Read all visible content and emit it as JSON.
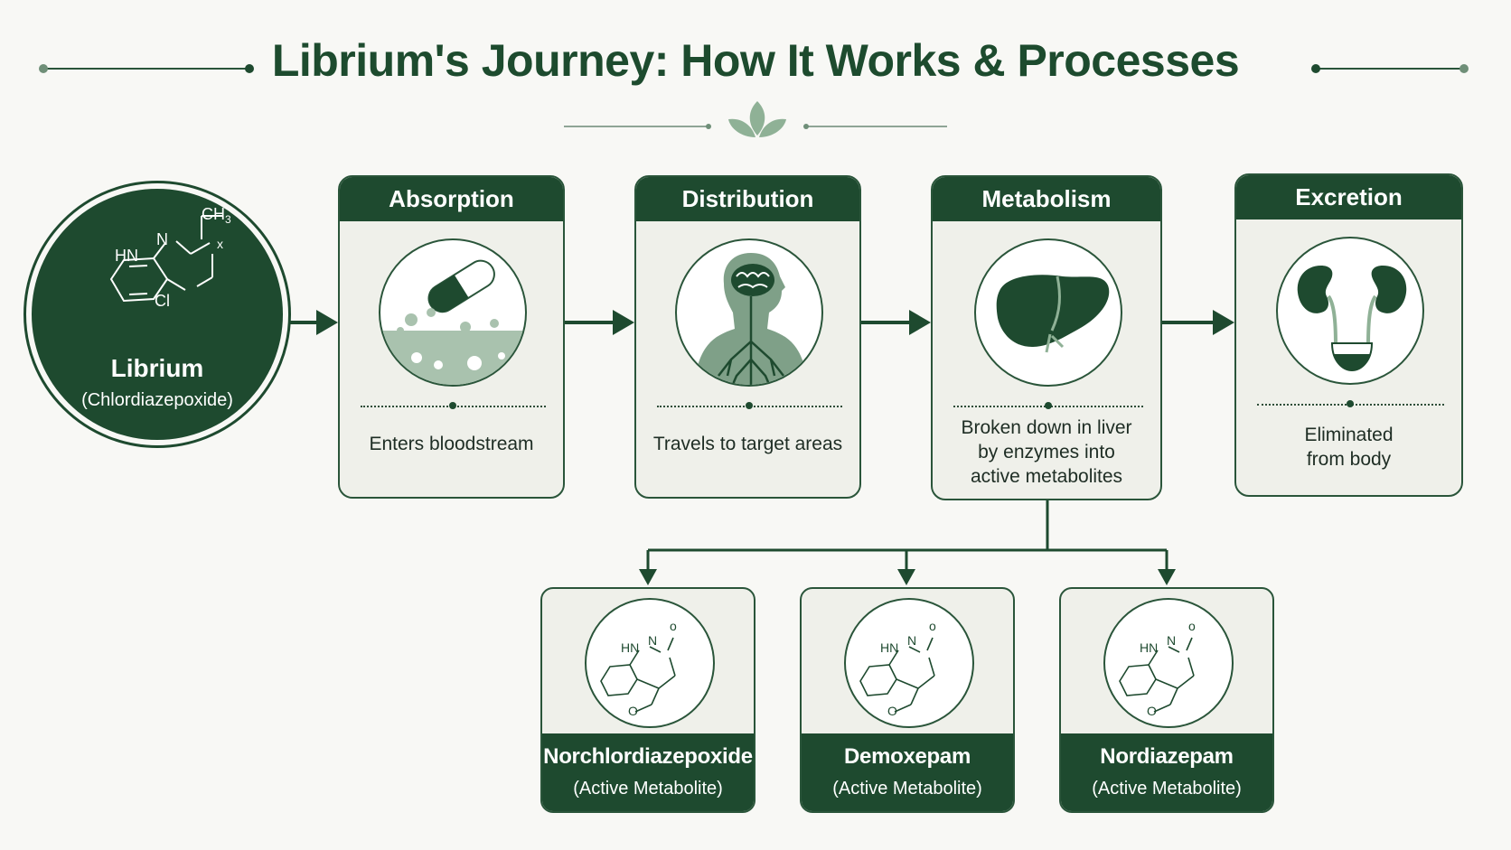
{
  "title": "Librium's  Journey: How It Works & Processes",
  "drug": {
    "name": "Librium",
    "generic": "(Chlordiazepoxide)"
  },
  "stages": [
    {
      "heading": "Absorption",
      "description": "Enters bloodstream",
      "icon": "capsule-dissolving-icon"
    },
    {
      "heading": "Distribution",
      "description": "Travels to target areas",
      "icon": "body-brain-icon"
    },
    {
      "heading": "Metabolism",
      "description": "Broken down in liver\nby enzymes into\nactive metabolites",
      "icon": "liver-icon"
    },
    {
      "heading": "Excretion",
      "description": "Eliminated\nfrom body",
      "icon": "kidneys-icon"
    }
  ],
  "metabolites": [
    {
      "name": "Norchlordiazepoxide",
      "note": "(Active Metabolite)"
    },
    {
      "name": "Demoxepam",
      "note": "(Active Metabolite)"
    },
    {
      "name": "Nordiazepam",
      "note": "(Active Metabolite)"
    }
  ],
  "colors": {
    "primary": "#1e4a2f",
    "accent": "#8fb196",
    "card": "#eff0ea",
    "background": "#f8f8f5"
  }
}
